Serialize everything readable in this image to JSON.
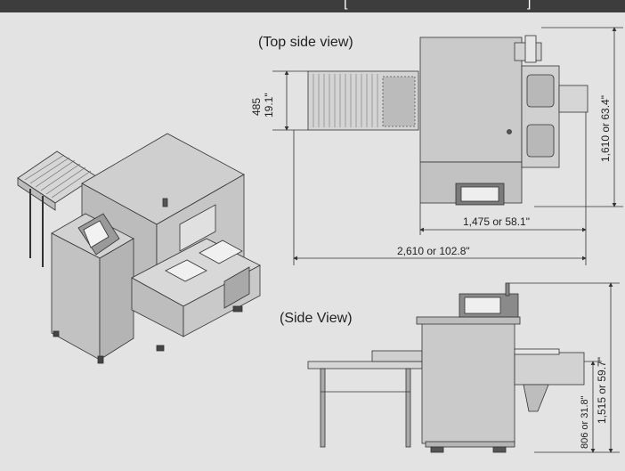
{
  "header": {
    "bracket_left": "[",
    "bracket_right": "]"
  },
  "top_view": {
    "title": "(Top side view)",
    "dim_width_mm": "485",
    "dim_width_in": "19.1\"",
    "dim_height": "1,610 or  63.4\"",
    "dim_body": "1,475 or 58.1\"",
    "dim_total": "2,610 or 102.8\""
  },
  "side_view": {
    "title": "(Side View)",
    "dim_height": "1,515 or 59.7\"",
    "dim_table": "806 or 31.8\""
  },
  "colors": {
    "background": "#e3e3e3",
    "machine": "#c9c9c9",
    "line": "#333333",
    "header": "#3d3d3d"
  }
}
